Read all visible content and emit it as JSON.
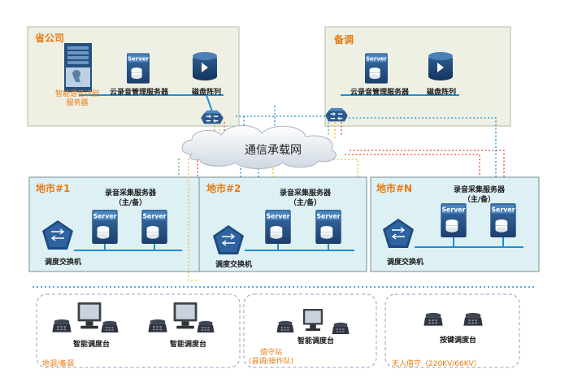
{
  "top": {
    "province": {
      "title": "省公司",
      "asr_server_label": "智能语音识别\n服务器",
      "cloud_server_label": "云录音管理服务器",
      "disk_label": "磁盘阵列",
      "server_badge": "Server"
    },
    "backup": {
      "title": "备调",
      "cloud_server_label": "云录音管理服务器",
      "disk_label": "磁盘阵列",
      "server_badge": "Server"
    }
  },
  "network": {
    "label": "通信承载网"
  },
  "cities": [
    {
      "title": "地市#1",
      "server_group_label": "录音采集服务器\n（主/备）",
      "switch_label": "调度交换机",
      "server_badge": "Server"
    },
    {
      "title": "地市#2",
      "server_group_label": "录音采集服务器\n（主/备）",
      "switch_label": "调度交换机",
      "server_badge": "Server"
    },
    {
      "title": "地市#N",
      "server_group_label": "录音采集服务器\n（主/备）",
      "switch_label": "调度交换机",
      "server_badge": "Server"
    }
  ],
  "bottom": [
    {
      "desks": [
        "智能调度台",
        "智能调度台"
      ],
      "zone_label": "地调/备调"
    },
    {
      "desks": [
        "智能调度台"
      ],
      "zone_label": "值守站\n(县调/操作队)"
    },
    {
      "desks": [
        "按键调度台"
      ],
      "zone_label": "无人值守（220KV/66KV）"
    }
  ],
  "colors": {
    "top_panel_fill": "#eef0e4",
    "city_panel_fill": "#ddf0f4",
    "accent_orange": "#e87a12",
    "link_blue": "#1e90d6"
  }
}
